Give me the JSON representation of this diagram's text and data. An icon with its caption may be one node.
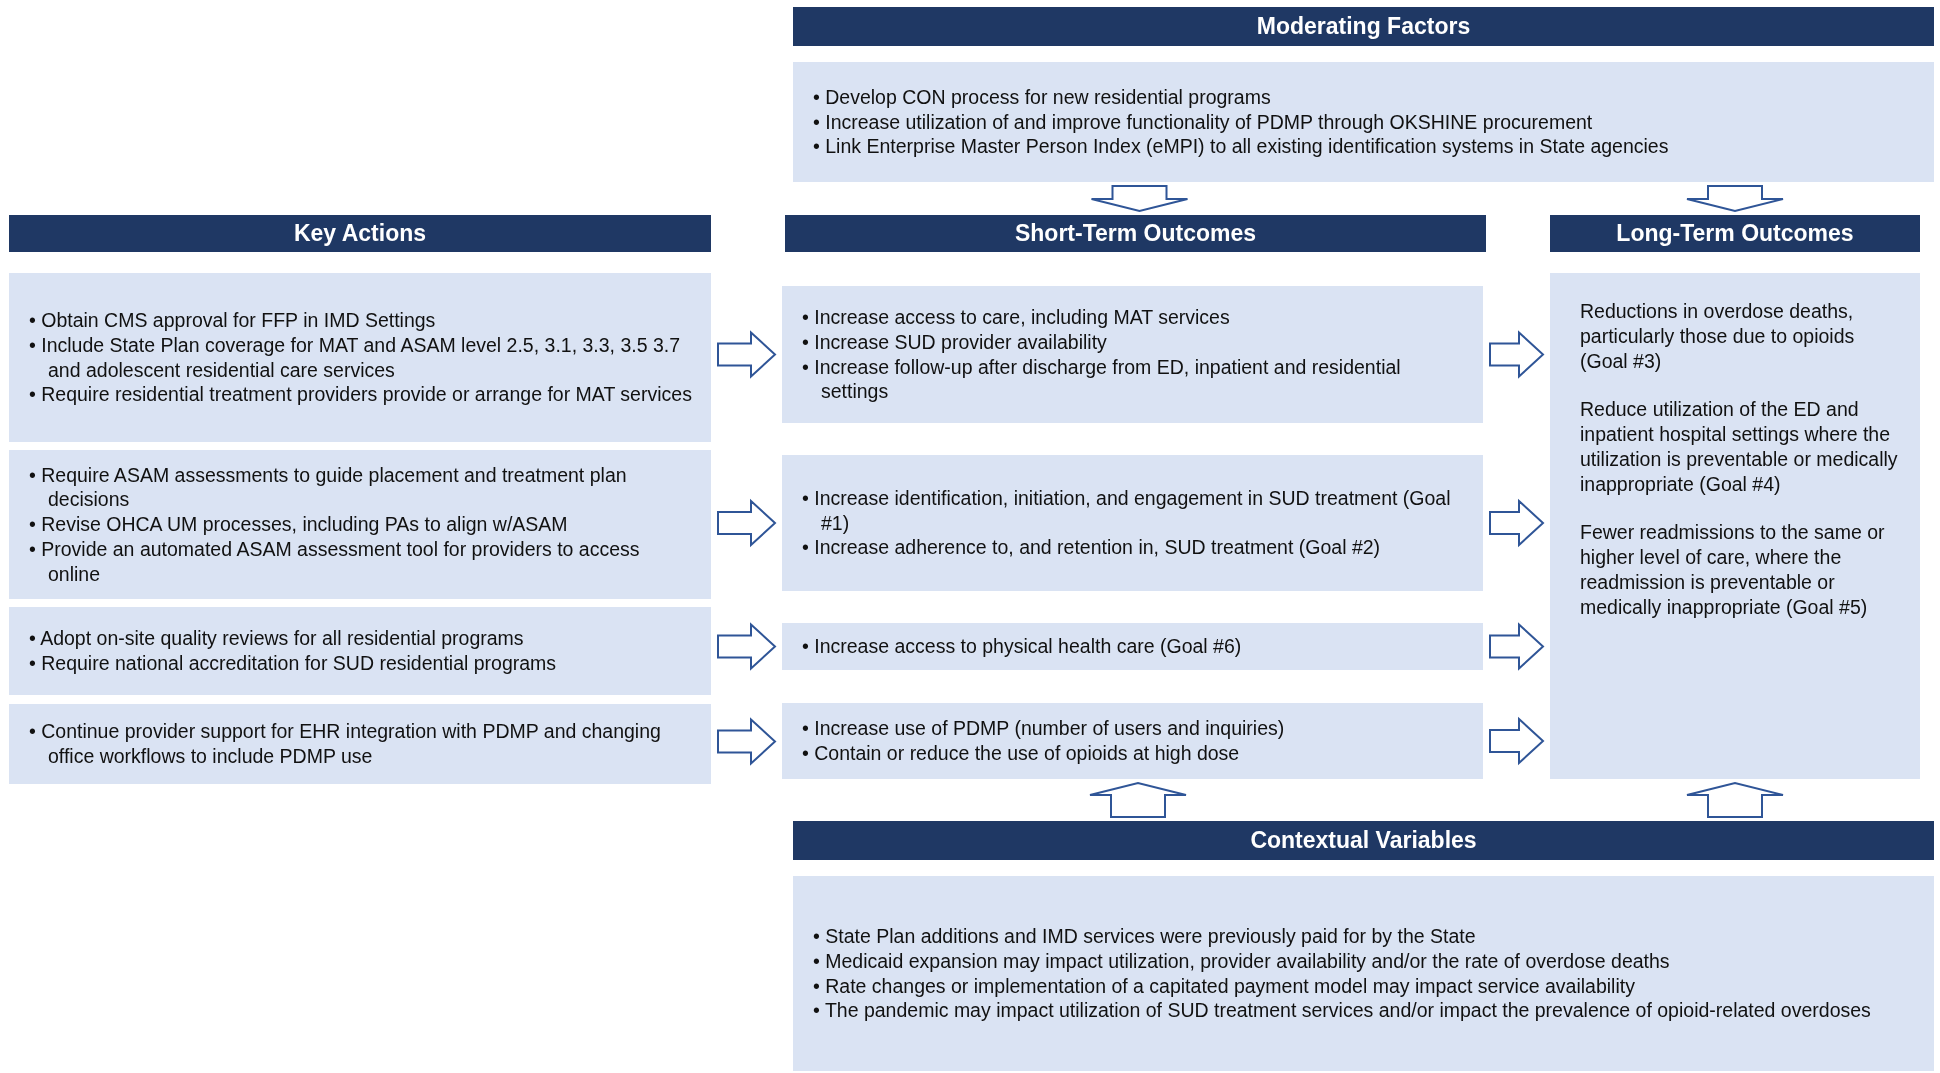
{
  "diagram": {
    "nodes": [
      {
        "text": [
          "Moderating Factors"
        ]
      },
      {
        "text": [
          "• Develop CON process for new residential programs",
          "• Increase utilization of and improve functionality of PDMP through OKSHINE procurement",
          "• Link Enterprise Master Person Index (eMPI) to all existing identification systems in State agencies"
        ]
      },
      {
        "text": [
          "Key Actions"
        ]
      },
      {
        "text": [
          "• Obtain CMS approval for FFP in IMD Settings",
          "• Include State Plan coverage for MAT and ASAM level 2.5, 3.1, 3.3, 3.5 3.7 and adolescent residential care services",
          "• Require residential treatment providers provide or arrange for MAT services"
        ]
      },
      {
        "text": [
          "• Require ASAM assessments to guide placement and treatment plan decisions",
          "• Revise OHCA UM processes, including PAs to align w/ASAM",
          "• Provide an automated ASAM assessment tool for providers to access online"
        ]
      },
      {
        "text": [
          "• Adopt on-site quality reviews for all residential programs",
          "• Require national accreditation for SUD residential programs"
        ]
      },
      {
        "text": [
          "• Continue provider support for EHR integration with PDMP and changing office workflows to include PDMP use"
        ]
      },
      {
        "text": [
          "Short-Term Outcomes"
        ]
      },
      {
        "text": [
          "• Increase access to care, including MAT services",
          "• Increase SUD provider availability",
          "• Increase follow-up after discharge from ED, inpatient and residential settings"
        ]
      },
      {
        "text": [
          "• Increase identification, initiation, and engagement in SUD treatment (Goal #1)",
          "• Increase adherence to, and retention in, SUD treatment (Goal #2)"
        ]
      },
      {
        "text": [
          "• Increase access to physical health care (Goal #6)"
        ]
      },
      {
        "text": [
          "• Increase use of PDMP (number of users and inquiries)",
          "• Contain or reduce the use of opioids at high dose"
        ]
      },
      {
        "text": [
          "Long-Term Outcomes"
        ]
      },
      {
        "text": [
          "Reductions in overdose deaths, particularly those due to opioids (Goal #3)",
          "Reduce utilization of the ED and inpatient hospital settings where the utilization is preventable or medically inappropriate (Goal #4)",
          "Fewer readmissions to the same or higher level of care, where the readmission is preventable or medically inappropriate (Goal #5)"
        ]
      },
      {
        "text": [
          "Contextual Variables"
        ]
      },
      {
        "text": [
          "• State Plan additions and IMD services were previously paid for by the State",
          "• Medicaid expansion may impact utilization, provider availability and/or the rate of overdose deaths",
          "• Rate changes or implementation of a capitated payment model may impact service availability",
          "• The pandemic may impact utilization of SUD treatment services and/or impact the prevalence of opioid-related overdoses"
        ]
      }
    ],
    "edges": [
      {
        "from": 1,
        "to": 7,
        "arrow": "to"
      },
      {
        "from": 1,
        "to": 12,
        "arrow": "to"
      },
      {
        "from": 3,
        "to": 8,
        "arrow": "to"
      },
      {
        "from": 4,
        "to": 9,
        "arrow": "to"
      },
      {
        "from": 5,
        "to": 10,
        "arrow": "to"
      },
      {
        "from": 6,
        "to": 11,
        "arrow": "to"
      },
      {
        "from": 8,
        "to": 13,
        "arrow": "to"
      },
      {
        "from": 9,
        "to": 13,
        "arrow": "to"
      },
      {
        "from": 10,
        "to": 13,
        "arrow": "to"
      },
      {
        "from": 11,
        "to": 13,
        "arrow": "to"
      },
      {
        "from": 14,
        "to": 11,
        "arrow": "to"
      },
      {
        "from": 14,
        "to": 13,
        "arrow": "to"
      }
    ]
  }
}
